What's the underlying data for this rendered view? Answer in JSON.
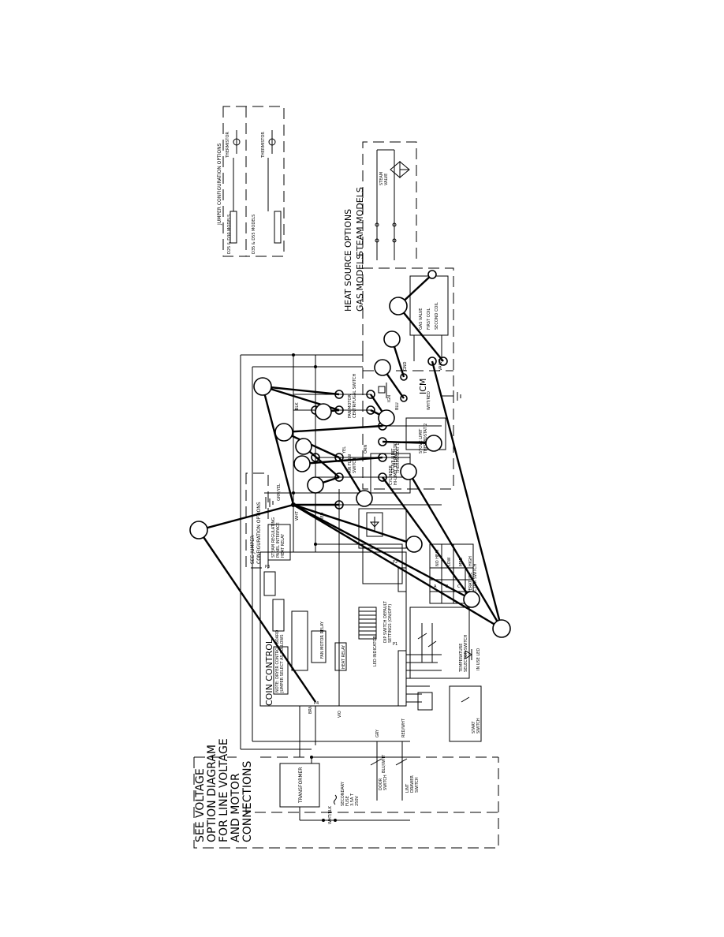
{
  "voltage_note": [
    "SEE VOLTAGE",
    "OPTION DIAGRAM",
    "FOR LINE VOLTAGE",
    "AND MOTOR",
    "CONNECTIONS"
  ],
  "coin_control": "COIN CONTROL",
  "transformer": "TRANSFORMER",
  "secondary_fuse": [
    "SECONDARY",
    "FUSE",
    "3.5A T",
    "250V"
  ],
  "door_switch": [
    "DOOR",
    "SWITCH"
  ],
  "lint_drawer_switch": [
    "LINT",
    "DRAWER",
    "SWITCH"
  ],
  "start_switch": [
    "START",
    "SWITCH"
  ],
  "in_use_led": [
    "IN USE LED",
    "IN"
  ],
  "temperature_selector_switch": [
    "TEMPERATURE",
    "SELECTOR SWITCH"
  ],
  "temp_table": {
    "headers": [
      "NO HEAT",
      "LOW",
      "MED",
      "HIGH"
    ],
    "rows": [
      "A",
      "B",
      "C"
    ]
  },
  "fan_motor_relay": "FAN MOTOR RELAY",
  "heat_relay": "HEAT RELAY",
  "see_jumper": [
    "SEE JUMPER",
    "CONFIGURATION OPTIONS"
  ],
  "steam_regulating_relay": [
    "STEAM REGULATING",
    "PANEL INTERFACE",
    "HEAT RELAY"
  ],
  "heat_source_title": "HEAT SOURCE OPTIONS",
  "gas_models": "GAS MODELS",
  "steam_models": "STEAM MODELS",
  "icm": "ICM",
  "icm_terminals": [
    "GND",
    "VALVE",
    "IGN"
  ],
  "gas_valve": [
    "GAS VALVE",
    "FIRST COIL",
    "SECOND COIL"
  ],
  "steam_valve": [
    "STEAM",
    "VALVE"
  ],
  "air_flow_switch": [
    "AIR FLOW",
    "SWITCH"
  ],
  "fan_motor_centrifugal": [
    "FAN MOTOR",
    "CENTRIFUGAL SWITCH"
  ],
  "cylinder_hi_limit": [
    "CYLINDER",
    "HI-LIMIT THERMOSTAT"
  ],
  "stove_limit_1": [
    "STOVE LIMIT",
    "THERMOSTAT 1"
  ],
  "stove_limit_2": [
    "STOVE LIMIT",
    "THERMOSTAT 2"
  ],
  "jumper_title": "JUMPER CONFIGURATION OPTIONS",
  "jumper_models": [
    "D25 & D30 MODELS",
    "D35 & D55 MODELS"
  ],
  "thermistor": "THERMISTOR",
  "led_indicator": "LED INDICATOR",
  "dip_switch_note": [
    "DIP SWITCH DEFAULT",
    "SETTINGS (ON/OFF)"
  ],
  "coin_notes": [
    "NOTE: DRYER CONTROL BOARD",
    "JUMPER SELECT AS FOLLOWS"
  ],
  "wire_labels": [
    "BLK",
    "WHT",
    "RED",
    "YEL",
    "ORN",
    "BLU",
    "GRN/YEL",
    "BRN",
    "VIO",
    "GRY",
    "RED/WHT",
    "BLU/WHT",
    "WHT/RED",
    "WHT/BLK"
  ],
  "connector_labels": [
    "P1",
    "P2",
    "P3",
    "P4",
    "P5",
    "P6",
    "P7",
    "P8"
  ]
}
